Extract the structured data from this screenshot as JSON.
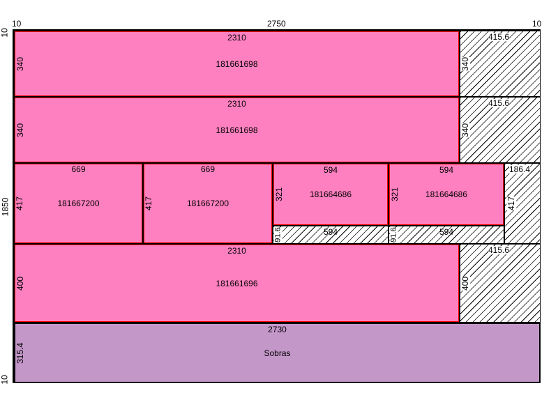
{
  "outer": {
    "top_left_margin": "10",
    "top_width": "2750",
    "top_right_margin": "10",
    "left_top_margin": "10",
    "left_height": "1850",
    "left_bottom_margin": "10"
  },
  "row1": {
    "piece_width": "2310",
    "piece_height": "340",
    "piece_id": "181661698",
    "waste_width": "415.6",
    "waste_height": "340"
  },
  "row2": {
    "piece_width": "2310",
    "piece_height": "340",
    "piece_id": "181661698",
    "waste_width": "415.6",
    "waste_height": "340"
  },
  "row3": {
    "p1": {
      "width": "669",
      "height": "417",
      "id": "181667200"
    },
    "p2": {
      "width": "669",
      "height": "417",
      "id": "181667200"
    },
    "p3": {
      "width": "594",
      "height": "321",
      "id": "181664686",
      "waste_h": "91.6",
      "waste_w": "594"
    },
    "p4": {
      "width": "594",
      "height": "321",
      "id": "181664686",
      "waste_h": "91.6",
      "waste_w": "594"
    },
    "waste": {
      "width": "186.4",
      "height": "417"
    }
  },
  "row4": {
    "piece_width": "2310",
    "piece_height": "400",
    "piece_id": "181661696",
    "waste_width": "415.6",
    "waste_height": "400"
  },
  "sobras": {
    "width": "2730",
    "height": "315.4",
    "label": "Sobras"
  },
  "colors": {
    "piece": "#ff80c0",
    "sobras": "#c497c9",
    "outline": "#ff0000"
  }
}
